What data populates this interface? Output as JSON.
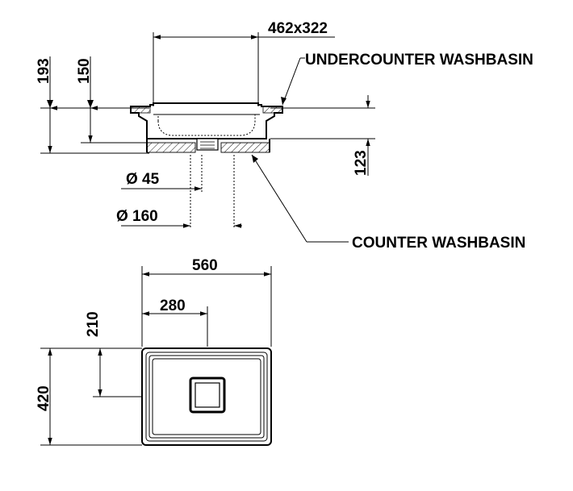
{
  "side_view": {
    "top_dimension": "462x322",
    "height_total": "193",
    "height_bowl": "150",
    "height_under": "123",
    "drain_diameter": "45",
    "drain_clearance": "160",
    "label_undercounter": "UNDERCOUNTER WASHBASIN",
    "label_counter": "COUNTER WASHBASIN",
    "diameter_symbol": "Ø"
  },
  "plan_view": {
    "width": "560",
    "half_width": "280",
    "depth": "420",
    "half_depth": "210"
  }
}
